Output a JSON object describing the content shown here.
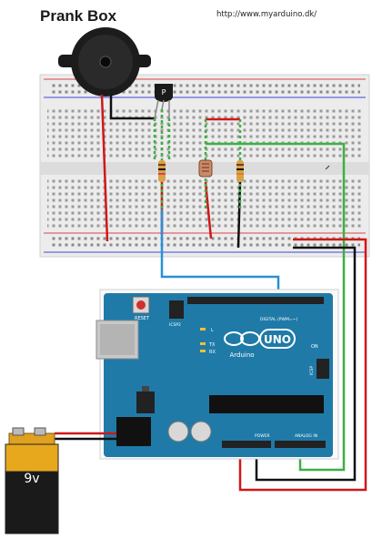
{
  "header": {
    "title": "Prank Box",
    "url": "http://www.myarduino.dk/"
  },
  "board": {
    "logo": "UNO",
    "brand": "Arduino",
    "reset_label": "RESET",
    "icsp2_label": "ICSP2",
    "icsp_label": "ICSP",
    "digital_label": "DIGITAL (PWM=~)",
    "power_label": "POWER",
    "analog_label": "ANALOG IN",
    "on_label": "ON",
    "tx_label": "TX",
    "rx_label": "RX",
    "l_label": "L"
  },
  "battery": {
    "label": "9v"
  },
  "colors": {
    "wire_red": "#d01818",
    "wire_black": "#111111",
    "wire_green": "#3cb043",
    "wire_blue": "#2b8fd8",
    "board_blue": "#1f7aa8",
    "breadboard": "#ececec"
  }
}
